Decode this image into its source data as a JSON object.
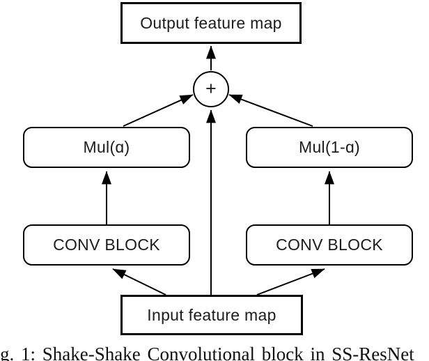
{
  "diagram": {
    "caption": "g. 1: Shake-Shake Convolutional block in SS-ResNet",
    "colors": {
      "stroke": "#000000",
      "background": "#ffffff",
      "text": "#1c1c1c"
    },
    "nodes": {
      "output": {
        "label": "Output feature map",
        "shape": "rectangle"
      },
      "add": {
        "label": "+",
        "shape": "circle"
      },
      "mul_left": {
        "label": "Mul(ɑ)",
        "shape": "rounded-rectangle"
      },
      "mul_right": {
        "label": "Mul(1-ɑ)",
        "shape": "rounded-rectangle"
      },
      "conv_left": {
        "label": "CONV BLOCK",
        "shape": "rounded-rectangle"
      },
      "conv_right": {
        "label": "CONV BLOCK",
        "shape": "rounded-rectangle"
      },
      "input": {
        "label": "Input feature map",
        "shape": "rectangle"
      }
    },
    "edges": [
      {
        "from": "input",
        "to": "conv_left"
      },
      {
        "from": "input",
        "to": "conv_right"
      },
      {
        "from": "input",
        "to": "add"
      },
      {
        "from": "conv_left",
        "to": "mul_left"
      },
      {
        "from": "conv_right",
        "to": "mul_right"
      },
      {
        "from": "mul_left",
        "to": "add"
      },
      {
        "from": "mul_right",
        "to": "add"
      },
      {
        "from": "add",
        "to": "output"
      }
    ]
  }
}
